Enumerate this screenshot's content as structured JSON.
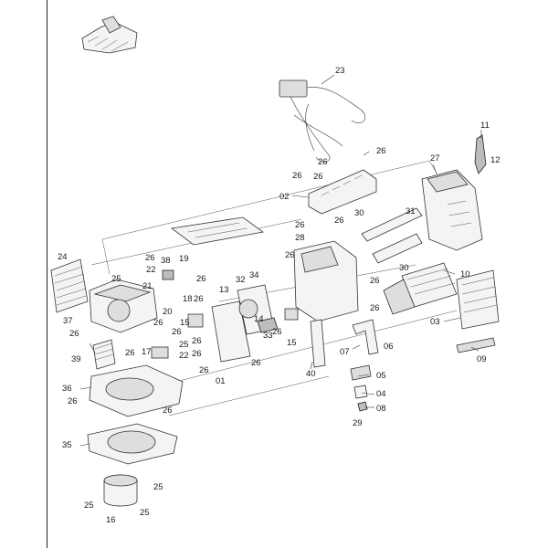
{
  "labels": [
    "23",
    "26",
    "11",
    "12",
    "26",
    "27",
    "26",
    "02",
    "26",
    "26",
    "30",
    "31",
    "28",
    "26",
    "30",
    "10",
    "24",
    "26",
    "38",
    "19",
    "25",
    "22",
    "26",
    "32",
    "34",
    "21",
    "13",
    "26",
    "18",
    "20",
    "26",
    "26",
    "26",
    "37",
    "26",
    "26",
    "15",
    "14",
    "03",
    "26",
    "26",
    "33",
    "15",
    "26",
    "07",
    "06",
    "09",
    "39",
    "17",
    "25",
    "26",
    "22",
    "26",
    "26",
    "26",
    "01",
    "40",
    "05",
    "36",
    "04",
    "26",
    "26",
    "08",
    "29",
    "35",
    "25",
    "25",
    "16",
    "25"
  ]
}
